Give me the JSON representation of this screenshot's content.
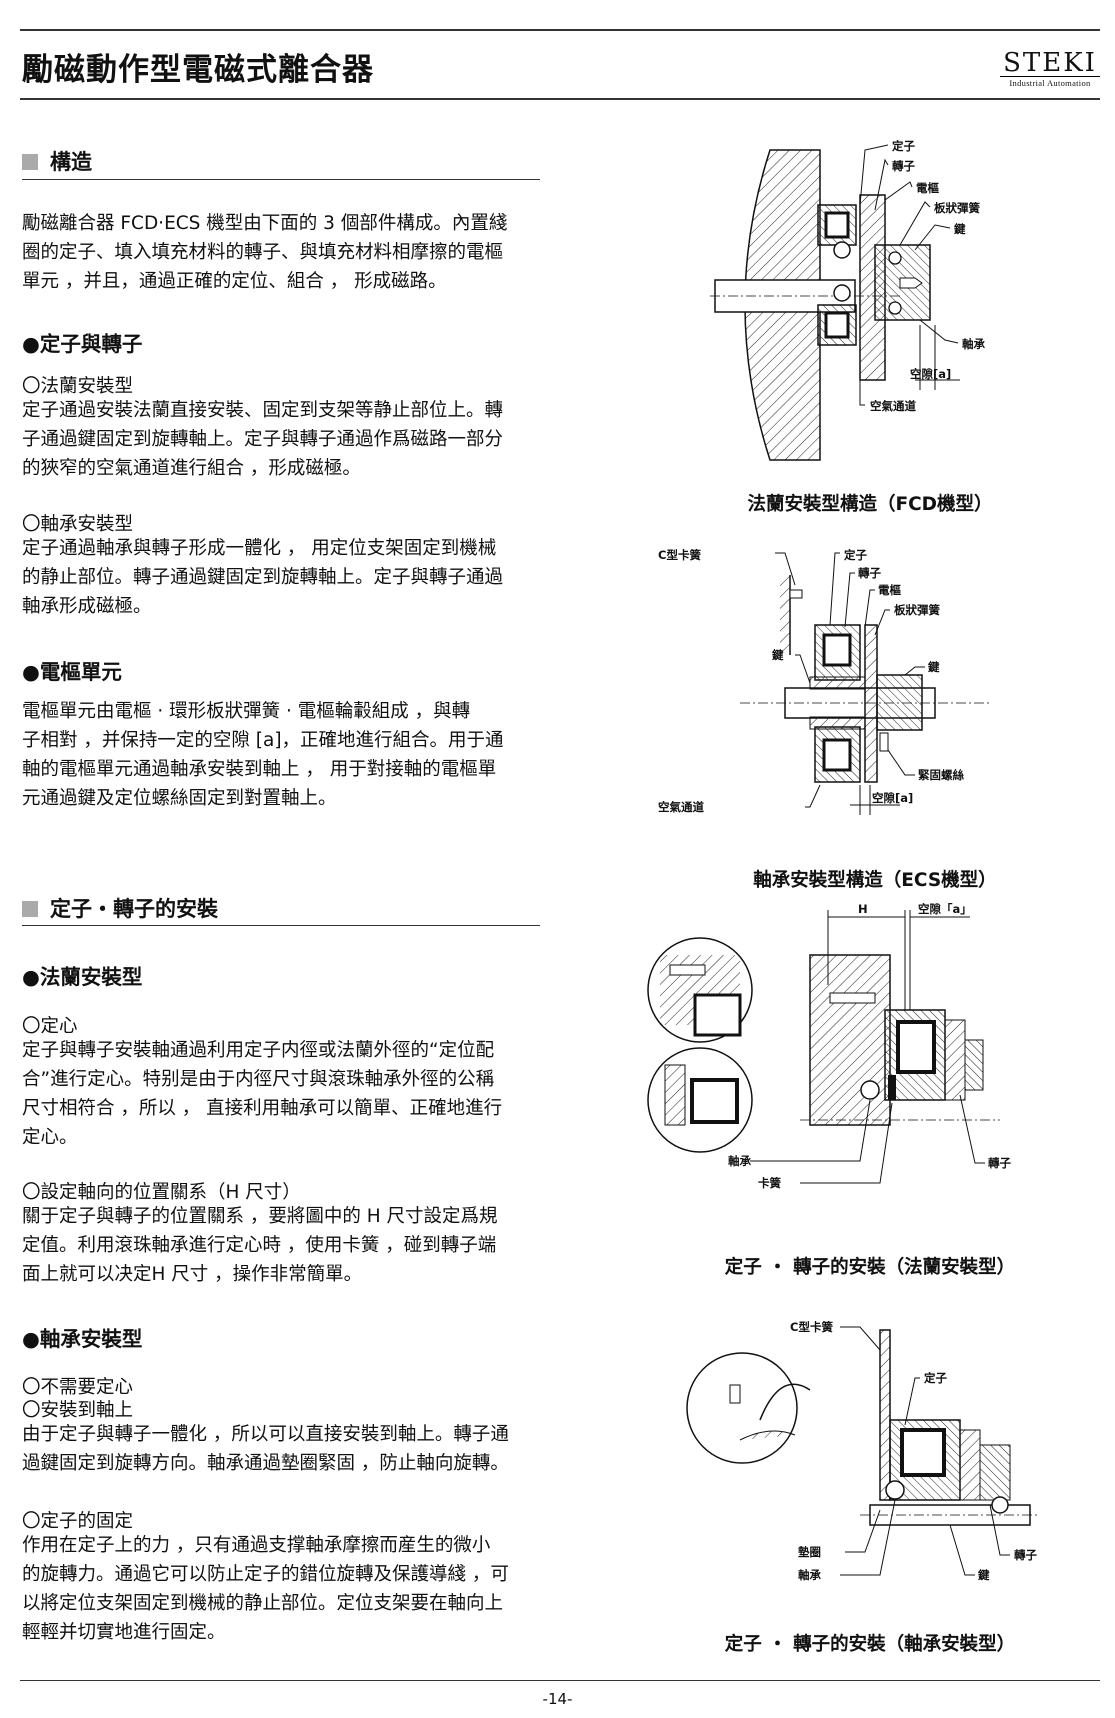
{
  "header": {
    "title": "勵磁動作型電磁式離合器",
    "logo_main": "STEKI",
    "logo_sub": "Industrial Automation"
  },
  "section1": {
    "heading": "構造",
    "intro_lines": [
      "勵磁離合器 FCD·ECS 機型由下面的 3 個部件構成。內置綫",
      "圈的定子、填入填充材料的轉子、與填充材料相摩擦的電樞",
      "單元 ，并且，通過正確的定位、組合 ， 形成磁路。"
    ],
    "stator_rotor": {
      "heading": "●定子與轉子",
      "flange": {
        "heading": "〇法蘭安裝型",
        "lines": [
          "定子通過安裝法蘭直接安裝、固定到支架等静止部位上。轉",
          "子通過鍵固定到旋轉軸上。定子與轉子通過作爲磁路一部分",
          "的狹窄的空氣通道進行組合 ，形成磁極。"
        ]
      },
      "bearing": {
        "heading": "〇軸承安裝型",
        "lines": [
          "定子通過軸承與轉子形成一體化 ， 用定位支架固定到機械",
          "的静止部位。轉子通過鍵固定到旋轉軸上。定子與轉子通過",
          "軸承形成磁極。"
        ]
      }
    },
    "armature": {
      "heading": "●電樞單元",
      "lines": [
        "電樞單元由電樞 ·  環形板狀彈簧 ·  電樞輪轂組成 ，與轉",
        "子相對 ，并保持一定的空隙 [a]，正確地進行組合。用于通",
        "軸的電樞單元通過軸承安裝到軸上 ， 用于對接軸的電樞單",
        "元通過鍵及定位螺絲固定到對置軸上。"
      ]
    }
  },
  "section2": {
    "heading": "定子・轉子的安裝",
    "flange": {
      "heading": "●法蘭安裝型",
      "centering": {
        "heading": "〇定心",
        "lines": [
          "定子與轉子安裝軸通過利用定子内徑或法蘭外徑的“定位配",
          "合”進行定心。特别是由于内徑尺寸與滾珠軸承外徑的公稱",
          "尺寸相符合 ，所以 ， 直接利用軸承可以簡單、正確地進行",
          "定心。"
        ]
      },
      "axial": {
        "heading": "〇設定軸向的位置關系（H 尺寸）",
        "lines": [
          "關于定子與轉子的位置關系 ，要將圖中的 H 尺寸設定爲規",
          "定值。利用滾珠軸承進行定心時 ，使用卡簧 ，碰到轉子端",
          "面上就可以决定H 尺寸 ，操作非常簡單。"
        ]
      }
    },
    "bearing": {
      "heading": "●軸承安裝型",
      "no_centering": "〇不需要定心",
      "mount_shaft": "〇安裝到軸上",
      "mount_lines": [
        "由于定子與轉子一體化 ，所以可以直接安裝到軸上。轉子通",
        "過鍵固定到旋轉方向。軸承通過墊圈緊固 ，防止軸向旋轉。"
      ],
      "fix": {
        "heading": "〇定子的固定",
        "lines": [
          "作用在定子上的力 ，只有通過支撑軸承摩擦而産生的微小",
          "的旋轉力。通過它可以防止定子的錯位旋轉及保護導綫 ，可",
          "以將定位支架固定到機械的静止部位。定位支架要在軸向上",
          "輕輕并切實地進行固定。"
        ]
      }
    }
  },
  "figures": {
    "fig1": {
      "caption": "法蘭安裝型構造（FCD機型）",
      "labels": [
        "定子",
        "轉子",
        "電樞",
        "板狀彈簧",
        "鍵",
        "軸承",
        "空隙[a]",
        "空氣通道"
      ]
    },
    "fig2": {
      "caption": "軸承安裝型構造（ECS機型）",
      "labels": [
        "C型卡簧",
        "定子",
        "轉子",
        "電樞",
        "板狀彈簧",
        "鍵",
        "鍵",
        "緊固螺絲",
        "空氣通道",
        "空隙[a]"
      ]
    },
    "fig3": {
      "caption": "定子 ・ 轉子的安裝（法蘭安裝型）",
      "labels": [
        "H",
        "空隙「a」",
        "軸承",
        "卡簧",
        "轉子"
      ]
    },
    "fig4": {
      "caption": "定子 ・ 轉子的安裝（軸承安裝型）",
      "labels": [
        "C型卡簧",
        "定子",
        "墊圈",
        "軸承",
        "轉子",
        "鍵"
      ]
    }
  },
  "footer": {
    "page": "-14-"
  }
}
